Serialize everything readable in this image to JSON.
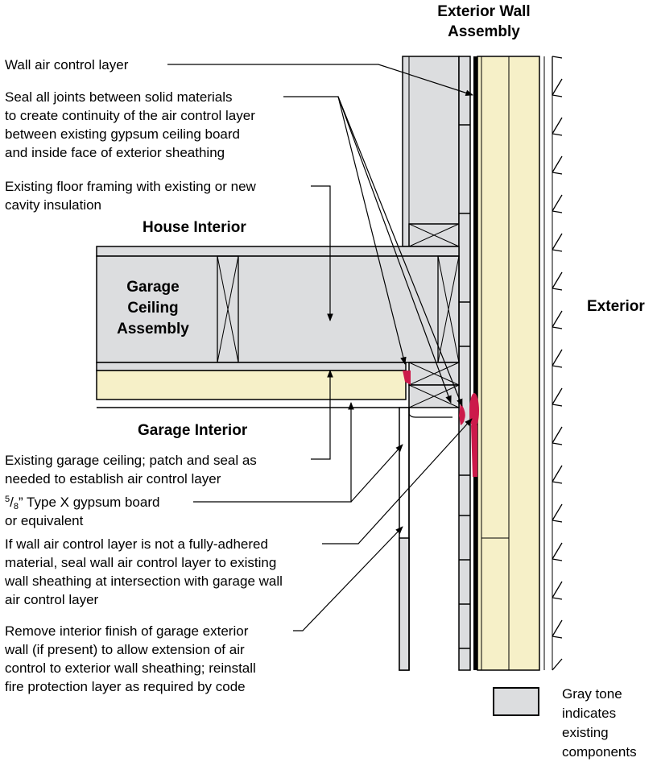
{
  "headings": {
    "exterior_wall_1": "Exterior Wall",
    "exterior_wall_2": "Assembly",
    "house_interior": "House Interior",
    "garage_ceiling_1": "Garage",
    "garage_ceiling_2": "Ceiling",
    "garage_ceiling_3": "Assembly",
    "garage_interior": "Garage Interior",
    "exterior": "Exterior"
  },
  "callouts": {
    "wall_air_control": [
      "Wall air control layer"
    ],
    "seal_joints": [
      "Seal all joints between solid materials",
      "to create continuity of the air control layer",
      "between existing gypsum ceiling board",
      "and inside face of exterior sheathing"
    ],
    "floor_framing": [
      "Existing floor framing with existing or new",
      "cavity insulation"
    ],
    "garage_ceiling": [
      "Existing garage ceiling; patch and seal as",
      "needed to establish air control layer"
    ],
    "gypsum_board": {
      "numerator": "5",
      "slash": "/",
      "denominator": "8",
      "line1_rest": "” Type X gypsum board",
      "line2": "or equivalent"
    },
    "fully_adhered": [
      "If wall air control layer is not a fully-adhered",
      "material, seal wall air control layer to existing",
      "wall sheathing at intersection with garage wall",
      "air control layer"
    ],
    "remove_finish": [
      "Remove interior finish of garage exterior",
      "wall (if present) to allow extension of air",
      "control to exterior wall sheathing; reinstall",
      "fire protection layer as required by code"
    ]
  },
  "legend": {
    "lines": [
      "Gray tone",
      "indicates",
      "existing",
      "components"
    ],
    "swatch_color": "#dcdddf"
  },
  "colors": {
    "existing_gray": "#dcdddf",
    "insulation_yellow": "#f6f0c8",
    "sealant_red": "#cc1a4a",
    "line": "#000000"
  }
}
